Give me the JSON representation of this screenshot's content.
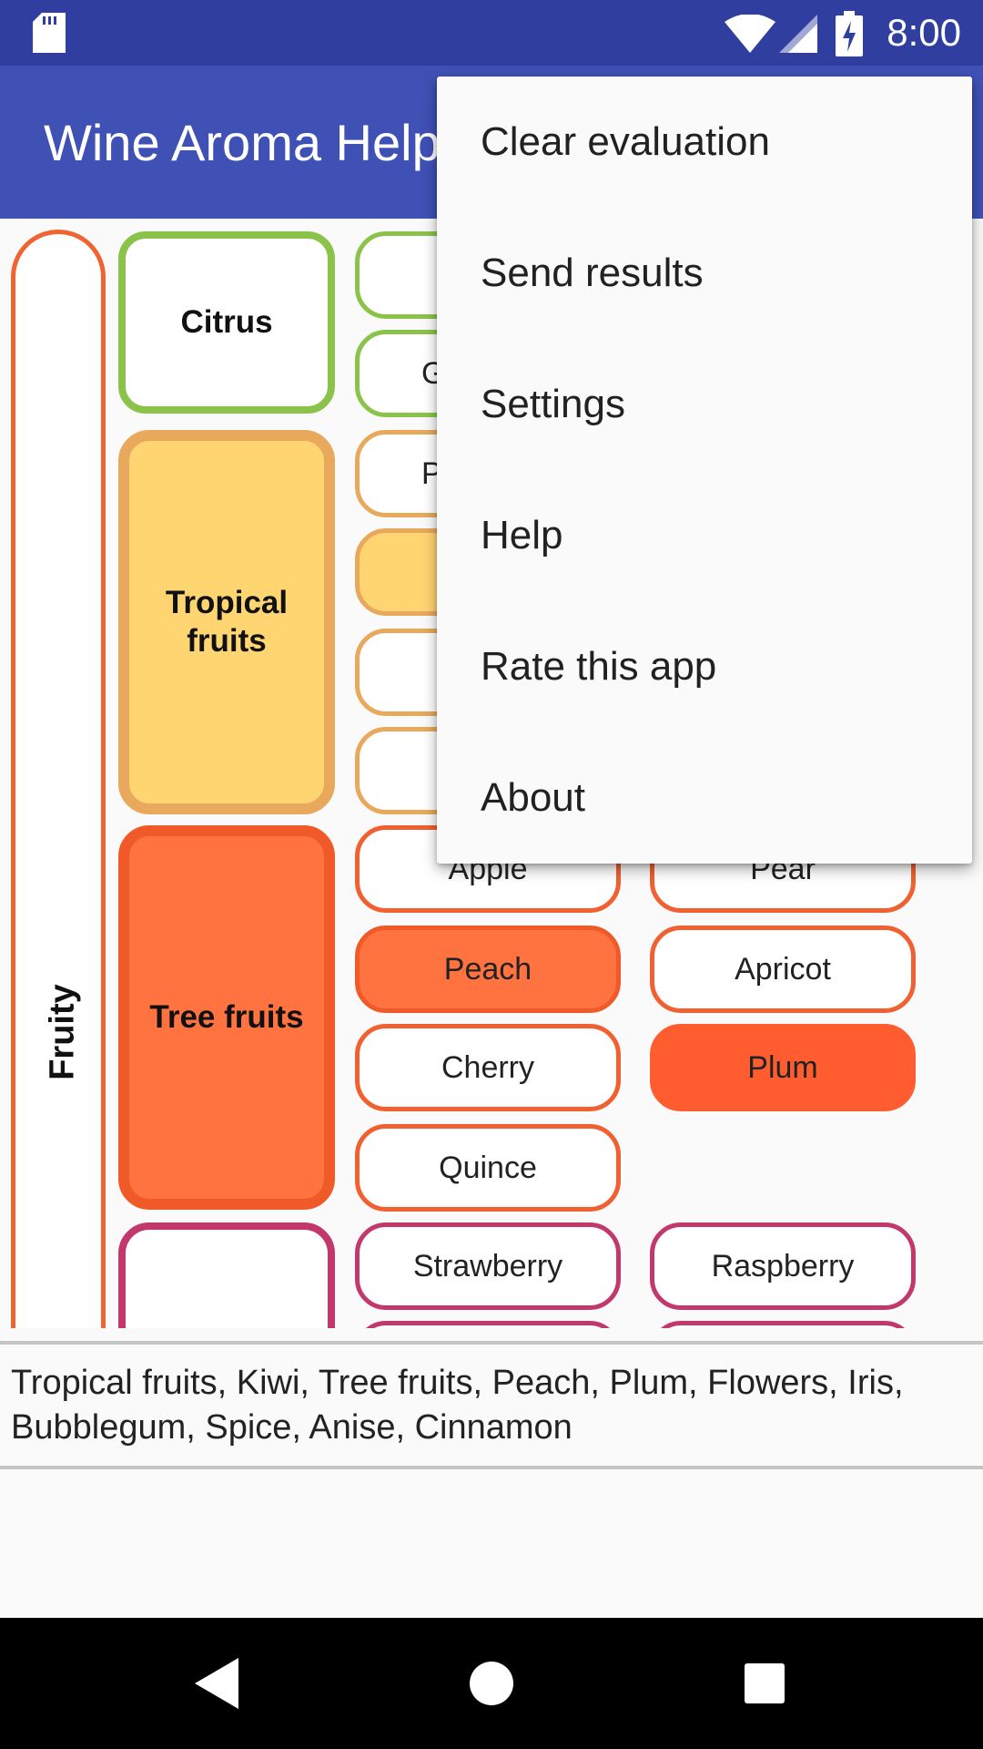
{
  "status_bar": {
    "time": "8:00",
    "icons": [
      "sd-card-icon",
      "wifi-icon",
      "signal-icon",
      "battery-charging-icon"
    ]
  },
  "app_bar": {
    "title": "Wine Aroma Helper"
  },
  "wheel": {
    "main_category": "Fruity",
    "categories": {
      "citrus": "Citrus",
      "tropical": "Tropical fruits",
      "tree": "Tree fruits"
    },
    "partial_labels": {
      "citrus_2": "G",
      "tropical_1": "P"
    },
    "items": {
      "apple": "Apple",
      "pear": "Pear",
      "peach": "Peach",
      "apricot": "Apricot",
      "cherry": "Cherry",
      "plum": "Plum",
      "quince": "Quince",
      "strawberry": "Strawberry",
      "raspberry": "Raspberry"
    }
  },
  "result_text": "Tropical fruits, Kiwi, Tree fruits, Peach, Plum, Flowers, Iris, Bubblegum, Spice, Anise, Cinnamon",
  "menu": {
    "items": [
      "Clear evaluation",
      "Send results",
      "Settings",
      "Help",
      "Rate this app",
      "About"
    ]
  },
  "nav_bar": {
    "icons": [
      "back-icon",
      "home-icon",
      "recents-icon"
    ]
  },
  "colors": {
    "status_bar": "#303f9f",
    "app_bar": "#3f51b5",
    "citrus": "#8bc34a",
    "tropical": "#ffd572",
    "tree": "#ff7340",
    "berry": "#c2386a"
  }
}
